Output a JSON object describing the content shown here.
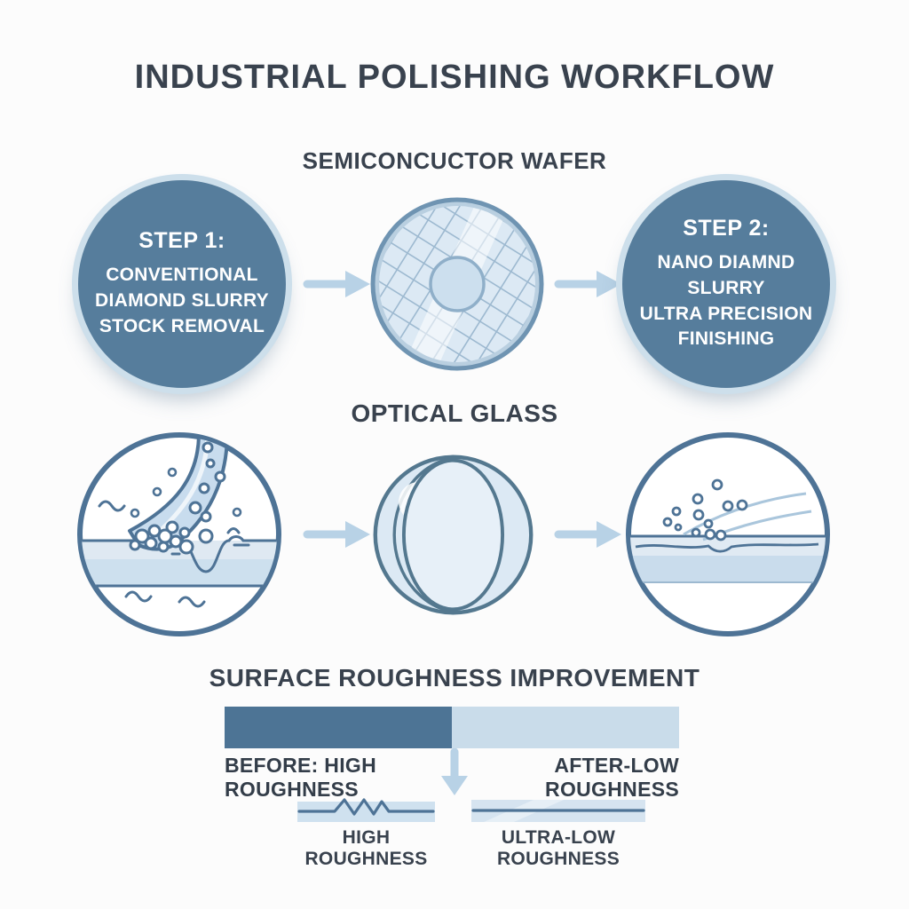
{
  "title": "INDUSTRIAL POLISHING WORKFLOW",
  "top_row": {
    "label": "SEMICONCUCTOR WAFER",
    "step1": {
      "heading": "STEP 1:",
      "lines": [
        "CONVENTIONAL",
        "DIAMOND SLURRY",
        "STOCK REMOVAL"
      ]
    },
    "step2": {
      "heading": "STEP 2:",
      "lines": [
        "NANO DIAMND SLURRY",
        "ULTRA PRECISION",
        "FINISHING"
      ]
    },
    "wafer_icon": "semiconductor-wafer-illustration"
  },
  "middle_row": {
    "label": "OPTICAL GLASS",
    "illustrations": [
      "slurry-stock-removal-illustration",
      "optical-glass-lens-illustration",
      "ultra-precision-finishing-illustration"
    ]
  },
  "improvement": {
    "label": "SURFACE ROUGHNESS IMPROVEMENT",
    "before_label": "BEFORE: HIGH ROUGHNESS",
    "after_label": "AFTER-LOW ROUGHNESS",
    "profiles": {
      "high": "HIGH ROUGHNESS",
      "ultra_low": "ULTRA-LOW ROUGHNESS"
    }
  },
  "icons": {
    "flow_arrow": "arrow-right-icon",
    "improvement_arrow": "arrow-down-icon"
  },
  "colors": {
    "background": "#fcfcfc",
    "step_circle_fill": "#567d9c",
    "step_circle_halo": "#cddfeb",
    "step_circle_text": "#ffffff",
    "heading_text": "#39424e",
    "line_art_stroke": "#4e7396",
    "arrow": "#b8d2e6",
    "bar_before": "#4d7495",
    "bar_after": "#c9dcea",
    "strip_fill": "#cfe1ef"
  }
}
